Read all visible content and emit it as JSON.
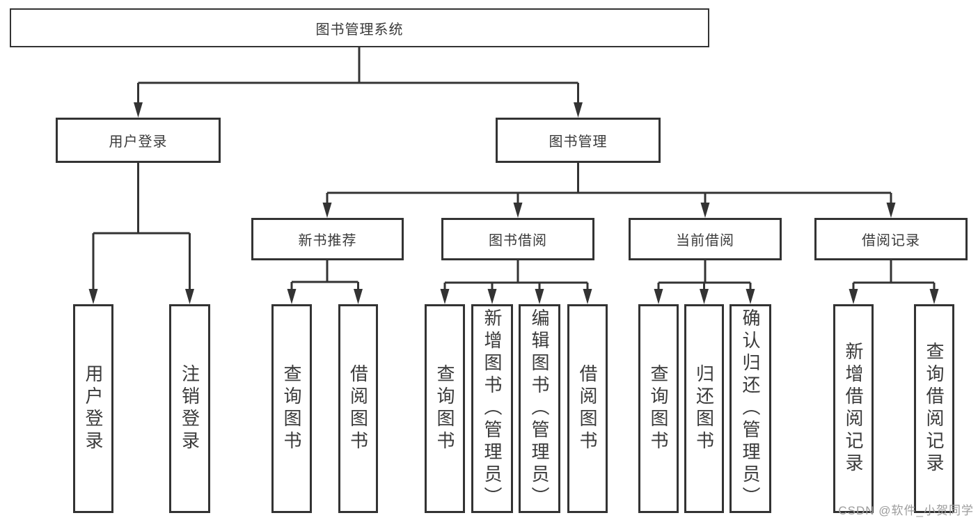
{
  "page": {
    "background": "#ffffff",
    "line_color": "#333333",
    "text_color": "#3a3a3a"
  },
  "diagram": {
    "root": {
      "label": "图书管理系统"
    },
    "branches": [
      {
        "label": "用户登录",
        "children": [
          {
            "label": "用户登录"
          },
          {
            "label": "注销登录"
          }
        ]
      },
      {
        "label": "图书管理",
        "children": [
          {
            "label": "新书推荐",
            "children": [
              {
                "label": "查询图书"
              },
              {
                "label": "借阅图书"
              }
            ]
          },
          {
            "label": "图书借阅",
            "children": [
              {
                "label": "查询图书"
              },
              {
                "label": "新增图书（管理员）"
              },
              {
                "label": "编辑图书（管理员）"
              },
              {
                "label": "借阅图书"
              }
            ]
          },
          {
            "label": "当前借阅",
            "children": [
              {
                "label": "查询图书"
              },
              {
                "label": "归还图书"
              },
              {
                "label": "确认归还（管理员）"
              }
            ]
          },
          {
            "label": "借阅记录",
            "children": [
              {
                "label": "新增借阅记录"
              },
              {
                "label": "查询借阅记录"
              }
            ]
          }
        ]
      }
    ]
  },
  "watermark": {
    "text": "CSDN @软件_小贺同学"
  }
}
